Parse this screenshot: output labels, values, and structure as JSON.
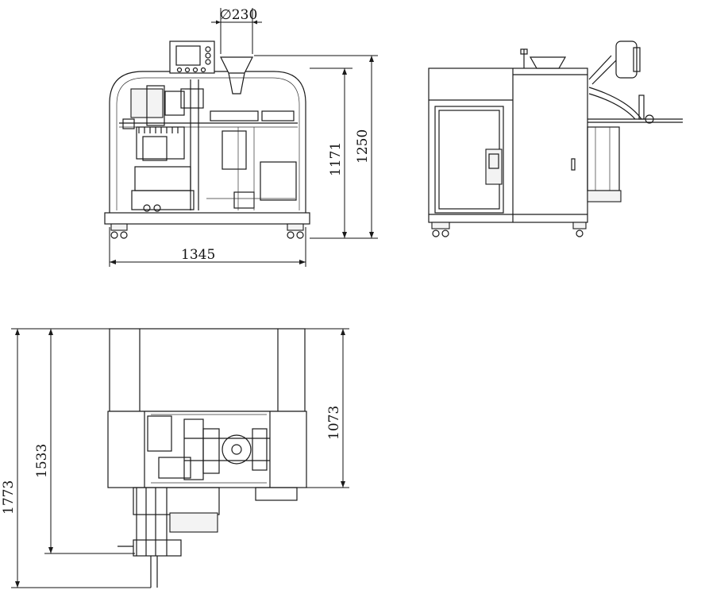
{
  "dimensions": {
    "diameter": "∅230",
    "front_width": "1345",
    "height_body": "1171",
    "height_total": "1250",
    "top_depth_body": "1073",
    "top_depth_mid": "1533",
    "top_depth_total": "1773"
  }
}
